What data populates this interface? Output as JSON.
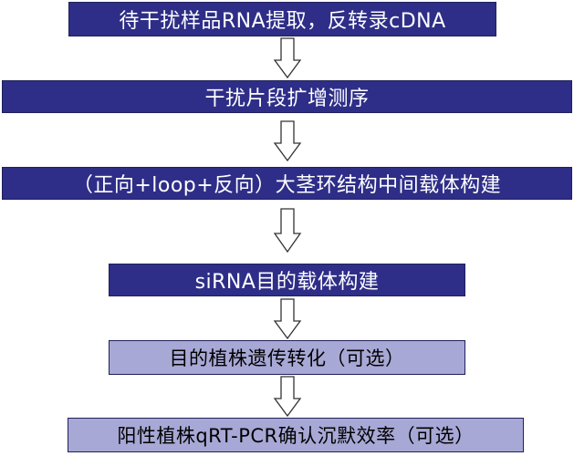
{
  "flowchart": {
    "steps": [
      {
        "label": "待干扰样品RNA提取，反转录cDNA"
      },
      {
        "label": "干扰片段扩增测序"
      },
      {
        "label": "（正向+loop+反向）大茎环结构中间载体构建"
      },
      {
        "label": "siRNA目的载体构建"
      },
      {
        "label": "目的植株遗传转化（可选）"
      },
      {
        "label": "阳性植株qRT-PCR确认沉默效率（可选）"
      }
    ],
    "colors": {
      "dark_fill": "#2e2e88",
      "light_fill": "#a8a8d6",
      "arrow_fill": "#ffffff",
      "arrow_stroke": "#333333"
    }
  }
}
